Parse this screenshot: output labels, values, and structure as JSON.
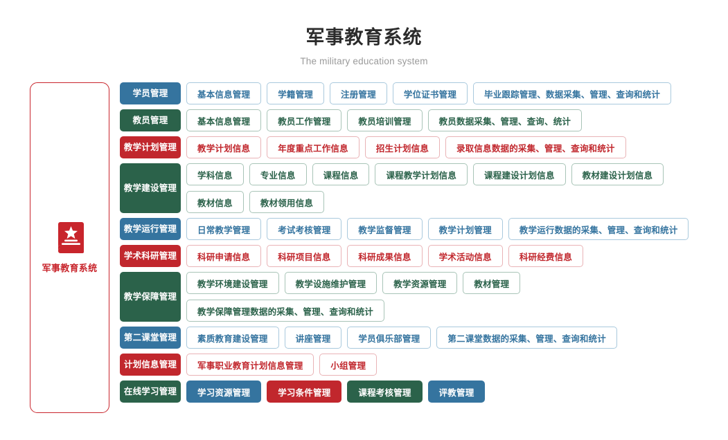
{
  "header": {
    "title": "军事教育系统",
    "subtitle": "The military education system"
  },
  "brand": {
    "icon": "book-star-icon",
    "label": "军事教育系统",
    "border_color": "#c8252c",
    "text_color": "#c8252c"
  },
  "theme": {
    "blue": "#35749f",
    "green": "#2b624a",
    "red": "#c1272d",
    "blue_border": "#a9c9dd",
    "green_border": "#a8c4b7",
    "red_border": "#e9b3b6",
    "title_color": "#2b2b2b",
    "subtitle_color": "#9a9a9a",
    "background": "#ffffff"
  },
  "rows": [
    {
      "category": "学员管理",
      "color": "blue",
      "style": "outline",
      "items": [
        "基本信息管理",
        "学籍管理",
        "注册管理",
        "学位证书管理",
        "毕业跟踪管理、数据采集、管理、查询和统计"
      ]
    },
    {
      "category": "教员管理",
      "color": "green",
      "style": "outline",
      "items": [
        "基本信息管理",
        "教员工作管理",
        "教员培训管理",
        "教员数据采集、管理、查询、统计"
      ]
    },
    {
      "category": "教学计划管理",
      "color": "red",
      "style": "outline",
      "items": [
        "教学计划信息",
        "年度重点工作信息",
        "招生计划信息",
        "录取信息数据的采集、管理、查询和统计"
      ]
    },
    {
      "category": "教学建设管理",
      "color": "green",
      "style": "outline",
      "items": [
        "学科信息",
        "专业信息",
        "课程信息",
        "课程教学计划信息",
        "课程建设计划信息",
        "教材建设计划信息",
        "教材信息",
        "教材领用信息"
      ]
    },
    {
      "category": "教学运行管理",
      "color": "blue",
      "style": "outline",
      "items": [
        "日常教学管理",
        "考试考核管理",
        "教学监督管理",
        "教学计划管理",
        "教学运行数据的采集、管理、查询和统计"
      ]
    },
    {
      "category": "学术科研管理",
      "color": "red",
      "style": "outline",
      "items": [
        "科研申请信息",
        "科研项目信息",
        "科研成果信息",
        "学术活动信息",
        "科研经费信息"
      ]
    },
    {
      "category": "教学保障管理",
      "color": "green",
      "style": "outline",
      "items": [
        "教学环境建设管理",
        "教学设施维护管理",
        "教学资源管理",
        "教材管理",
        "教学保障管理数据的采集、管理、查询和统计"
      ]
    },
    {
      "category": "第二课堂管理",
      "color": "blue",
      "style": "outline",
      "items": [
        "素质教育建设管理",
        "讲座管理",
        "学员俱乐部管理",
        "第二课堂数据的采集、管理、查询和统计"
      ]
    },
    {
      "category": "计划信息管理",
      "color": "red",
      "style": "outline",
      "items": [
        "军事职业教育计划信息管理",
        "小组管理"
      ]
    },
    {
      "category": "在线学习管理",
      "color": "green",
      "style": "solid",
      "items": [
        "学习资源管理",
        "学习条件管理",
        "课程考核管理",
        "评教管理"
      ],
      "item_colors": [
        "blue",
        "red",
        "green",
        "blue"
      ]
    }
  ]
}
